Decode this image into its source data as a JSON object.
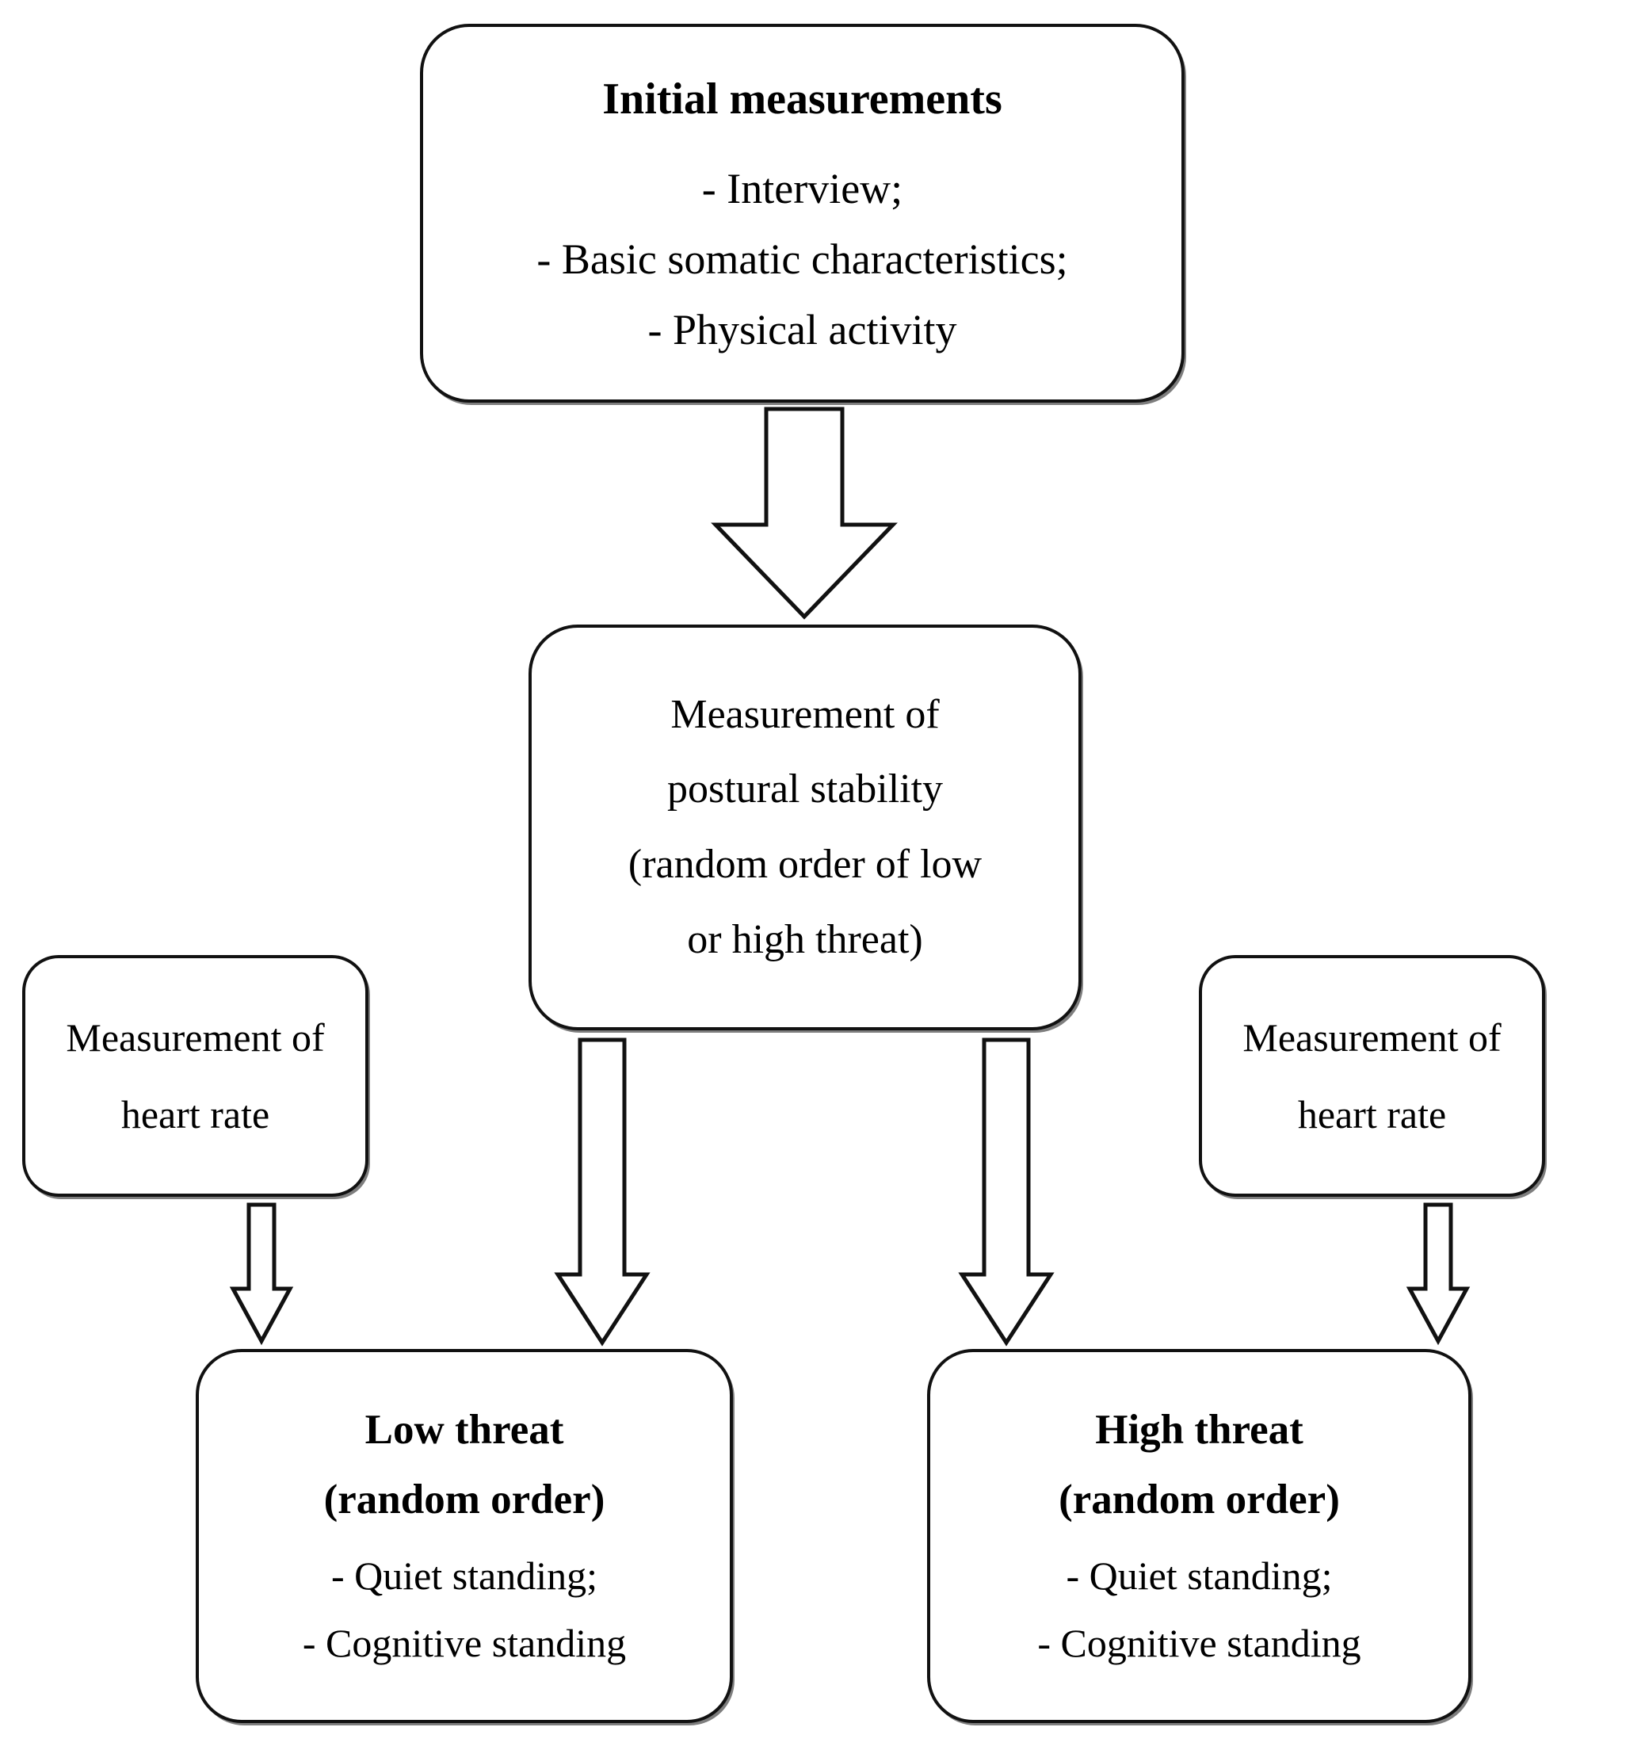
{
  "figure": {
    "type": "flowchart",
    "orientation": "top-to-bottom",
    "background_color": "#ffffff",
    "stroke_color": "#111111",
    "text_color": "#000000"
  },
  "nodes": {
    "initial_measurements": {
      "title": "Initial measurements",
      "items": [
        "- Interview;",
        "- Basic somatic characteristics;",
        "- Physical activity"
      ]
    },
    "postural_stability": {
      "lines": [
        "Measurement of",
        "postural stability",
        "(random order of low",
        "or high threat)"
      ]
    },
    "heart_rate_left": {
      "lines": [
        "Measurement of",
        "heart rate"
      ]
    },
    "heart_rate_right": {
      "lines": [
        "Measurement of",
        "heart rate"
      ]
    },
    "low_threat": {
      "title": "Low threat",
      "subtitle": "(random order)",
      "items": [
        "- Quiet standing;",
        "- Cognitive standing"
      ]
    },
    "high_threat": {
      "title": "High threat",
      "subtitle": "(random order)",
      "items": [
        "- Quiet standing;",
        "- Cognitive standing"
      ]
    }
  },
  "arrows": [
    {
      "name": "initial-to-postural",
      "from": "initial_measurements",
      "to": "postural_stability",
      "direction": "down",
      "style": "wide-block-outline"
    },
    {
      "name": "postural-to-low-threat",
      "from": "postural_stability",
      "to": "low_threat",
      "direction": "down",
      "style": "thin-block-outline"
    },
    {
      "name": "postural-to-high-threat",
      "from": "postural_stability",
      "to": "high_threat",
      "direction": "down",
      "style": "thin-block-outline"
    },
    {
      "name": "heart-rate-left-to-low-threat",
      "from": "heart_rate_left",
      "to": "low_threat",
      "direction": "down",
      "style": "thin-block-outline"
    },
    {
      "name": "heart-rate-right-to-high-threat",
      "from": "heart_rate_right",
      "to": "high_threat",
      "direction": "down",
      "style": "thin-block-outline"
    }
  ]
}
